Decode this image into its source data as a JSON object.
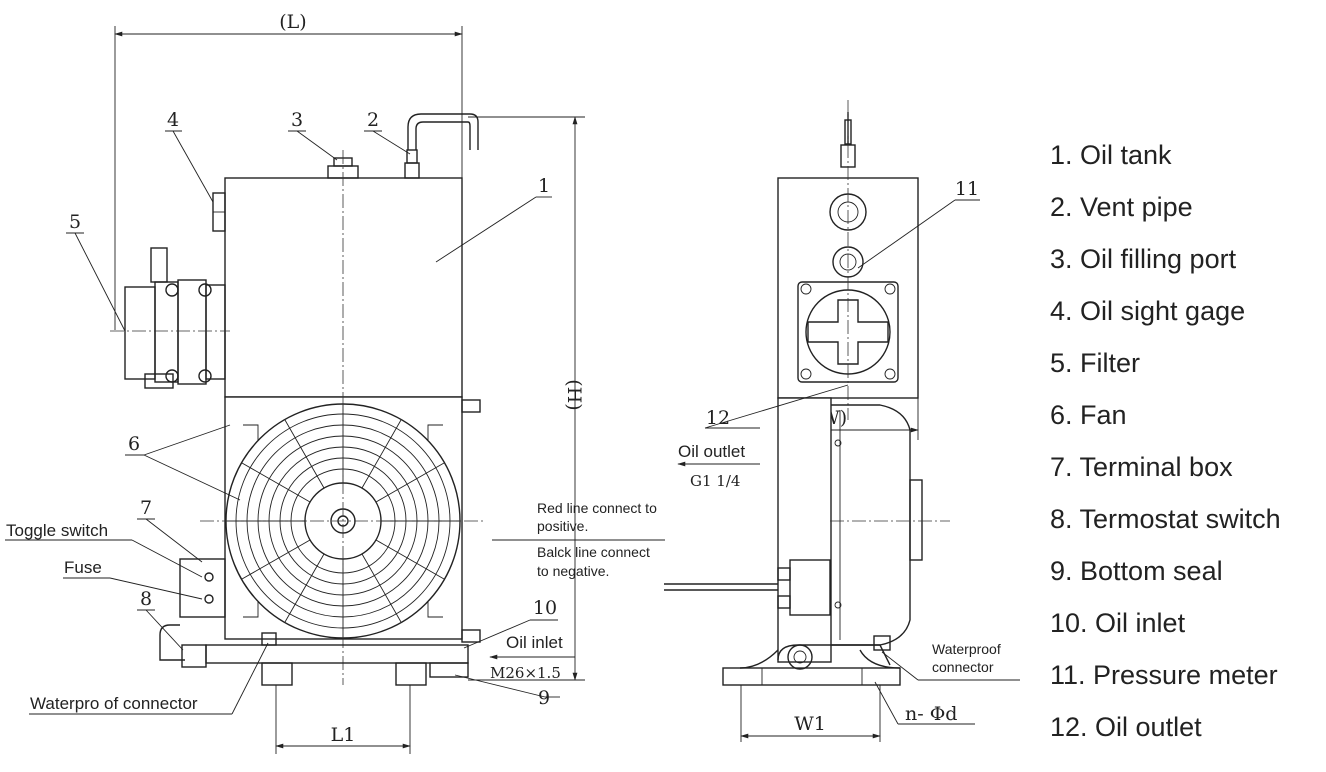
{
  "front_view": {
    "dim_length": "(L)",
    "dim_height": "(H)",
    "dim_l1": "L1",
    "callouts": [
      "1",
      "2",
      "3",
      "4",
      "5",
      "6",
      "7",
      "8",
      "9",
      "10"
    ],
    "toggle_switch": "Toggle switch",
    "fuse": "Fuse",
    "waterproof_connector": "Waterpro of connector",
    "oil_inlet": "Oil inlet",
    "oil_inlet_thread": "M26×1.5"
  },
  "wiring": {
    "red_line_1": "Red line connect to",
    "red_line_2": "positive.",
    "black_line_1": "Balck line connect",
    "black_line_2": "to negative."
  },
  "side_view": {
    "dim_width": "(W)",
    "dim_w1": "W1",
    "hole_spec": "n- Φd",
    "callout_11": "11",
    "callout_12": "12",
    "oil_outlet": "Oil outlet",
    "oil_outlet_thread": "G1 1/4",
    "waterproof_1": "Waterproof",
    "waterproof_2": "connector"
  },
  "legend": [
    "1. Oil tank",
    "2. Vent pipe",
    "3. Oil filling port",
    "4. Oil sight gage",
    "5. Filter",
    "6. Fan",
    "7. Terminal box",
    "8. Termostat switch",
    "9. Bottom seal",
    "10. Oil inlet",
    "11. Pressure meter",
    "12. Oil outlet"
  ]
}
